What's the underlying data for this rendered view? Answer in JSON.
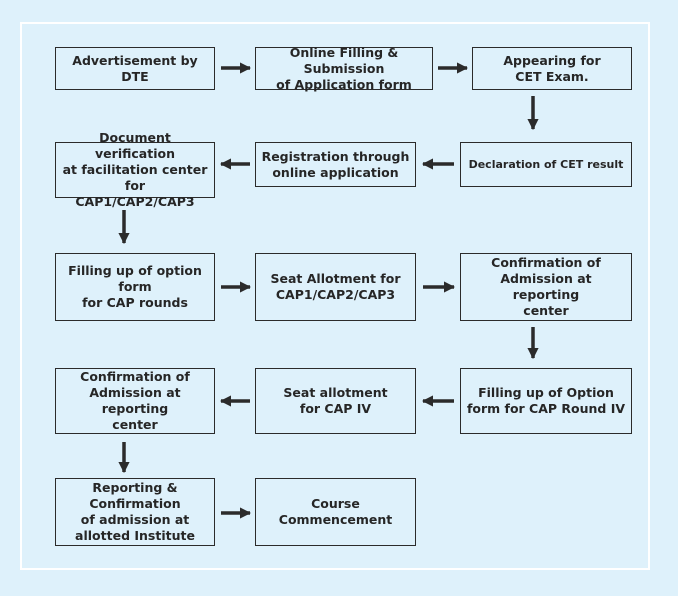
{
  "steps": {
    "s1": "Advertisement by DTE",
    "s2": "Online Filling & Submission\nof  Application form",
    "s3": "Appearing for\nCET Exam.",
    "s4": "Declaration of CET result",
    "s5": "Registration through\nonline application",
    "s6": "Document verification\nat facilitation center for\nCAP1/CAP2/CAP3",
    "s7": "Filling up of option form\nfor CAP rounds",
    "s8": "Seat Allotment for\nCAP1/CAP2/CAP3",
    "s9": "Confirmation of\nAdmission at reporting\ncenter",
    "s10": "Filling up of Option\nform for CAP Round IV",
    "s11": "Seat allotment\nfor CAP IV",
    "s12": "Confirmation of\nAdmission at reporting\ncenter",
    "s13": "Reporting & Confirmation\nof admission at\nallotted Institute",
    "s14": "Course\nCommencement"
  },
  "colors": {
    "background": "#def1fb",
    "border": "#2b2b2b",
    "arrow": "#2b2b2b",
    "frame": "#ffffff"
  }
}
